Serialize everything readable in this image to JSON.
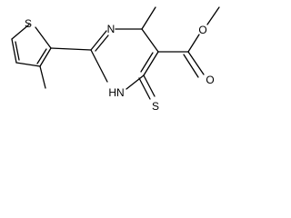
{
  "molecule": {
    "atoms": {
      "sulfur_ring": "S",
      "nitrogen_top": "N",
      "nitrogen_amine": "HN",
      "oxygen_carbonyl": "O",
      "oxygen_ester": "O",
      "sulfur_thione": "S"
    }
  }
}
